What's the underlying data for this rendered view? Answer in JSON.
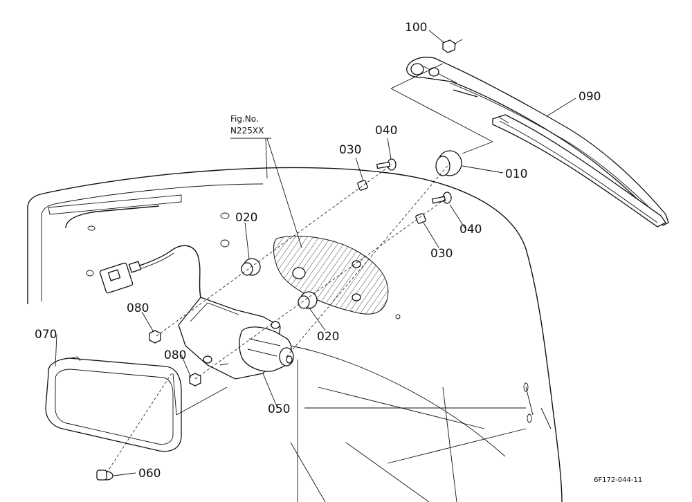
{
  "figure_ref": {
    "line1": "Fig.No.",
    "line2": "N225XX"
  },
  "drawing_code": "6F172-044-11",
  "callouts": {
    "p100": "100",
    "p090": "090",
    "p010": "010",
    "p030a": "030",
    "p040a": "040",
    "p020a": "020",
    "p040b": "040",
    "p030b": "030",
    "p020b": "020",
    "p080a": "080",
    "p070": "070",
    "p080b": "080",
    "p050": "050",
    "p060": "060"
  }
}
